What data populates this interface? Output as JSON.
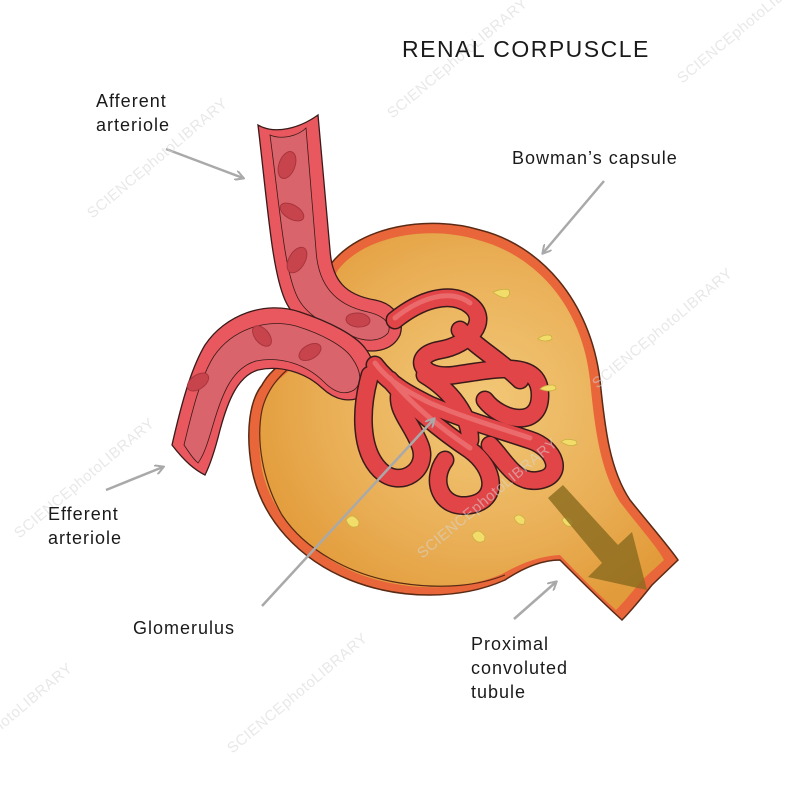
{
  "diagram": {
    "title": "RENAL CORPUSCLE",
    "labels": {
      "afferent_arteriole": "Afferent\narteriole",
      "efferent_arteriole": "Efferent\narteriole",
      "bowmans_capsule": "Bowman’s capsule",
      "glomerulus": "Glomerulus",
      "proximal_convoluted_tubule": "Proximal\nconvoluted\ntubule"
    },
    "watermark": "SCIENCEphotoLIBRARY",
    "colors": {
      "vessel_wall": "#e2575c",
      "vessel_lumen": "#d9646b",
      "red_blood_cell": "#c8444c",
      "capillary": "#e24548",
      "capsule_outer": "#e8663a",
      "capsule_fill": "#e9a33e",
      "capsule_space": "#f1c571",
      "filtrate_drop": "#f2dc6a",
      "flow_arrow": "#8a6a1e",
      "leader_line": "#a9a9a9",
      "text": "#1a1a1a"
    }
  }
}
